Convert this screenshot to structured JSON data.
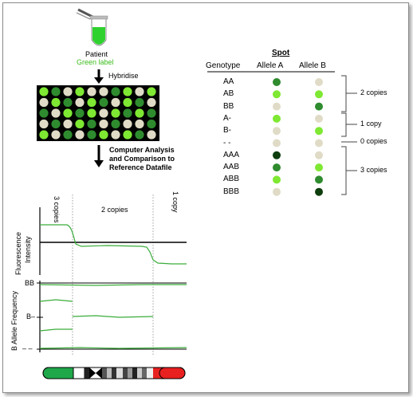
{
  "workflow": {
    "patient_label": "Patient",
    "green_label": "Green label",
    "hybridise_label": "Hybridise",
    "analysis_line1": "Computer Analysis",
    "analysis_line2": "and Comparison to",
    "analysis_line3": "Reference Datafile"
  },
  "array": {
    "colors": {
      "bright": "#7ee832",
      "mid": "#2e8b2e",
      "beige": "#e0dbc6",
      "dark": "#0e3d0e"
    },
    "rows": [
      [
        "bright",
        "mid",
        "beige",
        "bright",
        "beige",
        "beige",
        "mid",
        "bright",
        "beige",
        "bright"
      ],
      [
        "beige",
        "bright",
        "mid",
        "beige",
        "bright",
        "mid",
        "beige",
        "bright",
        "mid",
        "beige"
      ],
      [
        "mid",
        "beige",
        "bright",
        "mid",
        "bright",
        "beige",
        "bright",
        "mid",
        "bright",
        "mid"
      ],
      [
        "beige",
        "mid",
        "beige",
        "bright",
        "mid",
        "beige",
        "mid",
        "beige",
        "beige",
        "mid"
      ],
      [
        "bright",
        "beige",
        "mid",
        "beige",
        "mid",
        "bright",
        "beige",
        "bright",
        "mid",
        "beige"
      ]
    ]
  },
  "table": {
    "spot_header": "Spot",
    "col_genotype": "Genotype",
    "col_allele_a": "Allele A",
    "col_allele_b": "Allele B",
    "rows": [
      {
        "genotype": "AA",
        "a": "mid",
        "b": "beige"
      },
      {
        "genotype": "AB",
        "a": "bright",
        "b": "bright"
      },
      {
        "genotype": "BB",
        "a": "beige",
        "b": "mid"
      },
      {
        "genotype": "A-",
        "a": "bright",
        "b": "beige"
      },
      {
        "genotype": "B-",
        "a": "beige",
        "b": "bright"
      },
      {
        "genotype": "- -",
        "a": "beige",
        "b": "beige"
      },
      {
        "genotype": "AAA",
        "a": "dark",
        "b": "beige"
      },
      {
        "genotype": "AAB",
        "a": "mid",
        "b": "bright"
      },
      {
        "genotype": "ABB",
        "a": "bright",
        "b": "mid"
      },
      {
        "genotype": "BBB",
        "a": "beige",
        "b": "dark"
      }
    ],
    "brackets": {
      "two": "2 copies",
      "one": "1 copy",
      "zero": "0 copies",
      "three": "3 copies"
    }
  },
  "plot": {
    "seg_three": "3 copies",
    "seg_two": "2 copies",
    "seg_one": "1 copy",
    "ylabel_fluor_1": "Fluorescence",
    "ylabel_fluor_2": "Intensity",
    "ylabel_baf": "B Allele Frequency",
    "tick_bb": "BB",
    "tick_b": "B–",
    "tick_dash": "– –"
  },
  "chromosome": {
    "left_color": "#1fa84a",
    "right_color": "#e8201f"
  }
}
